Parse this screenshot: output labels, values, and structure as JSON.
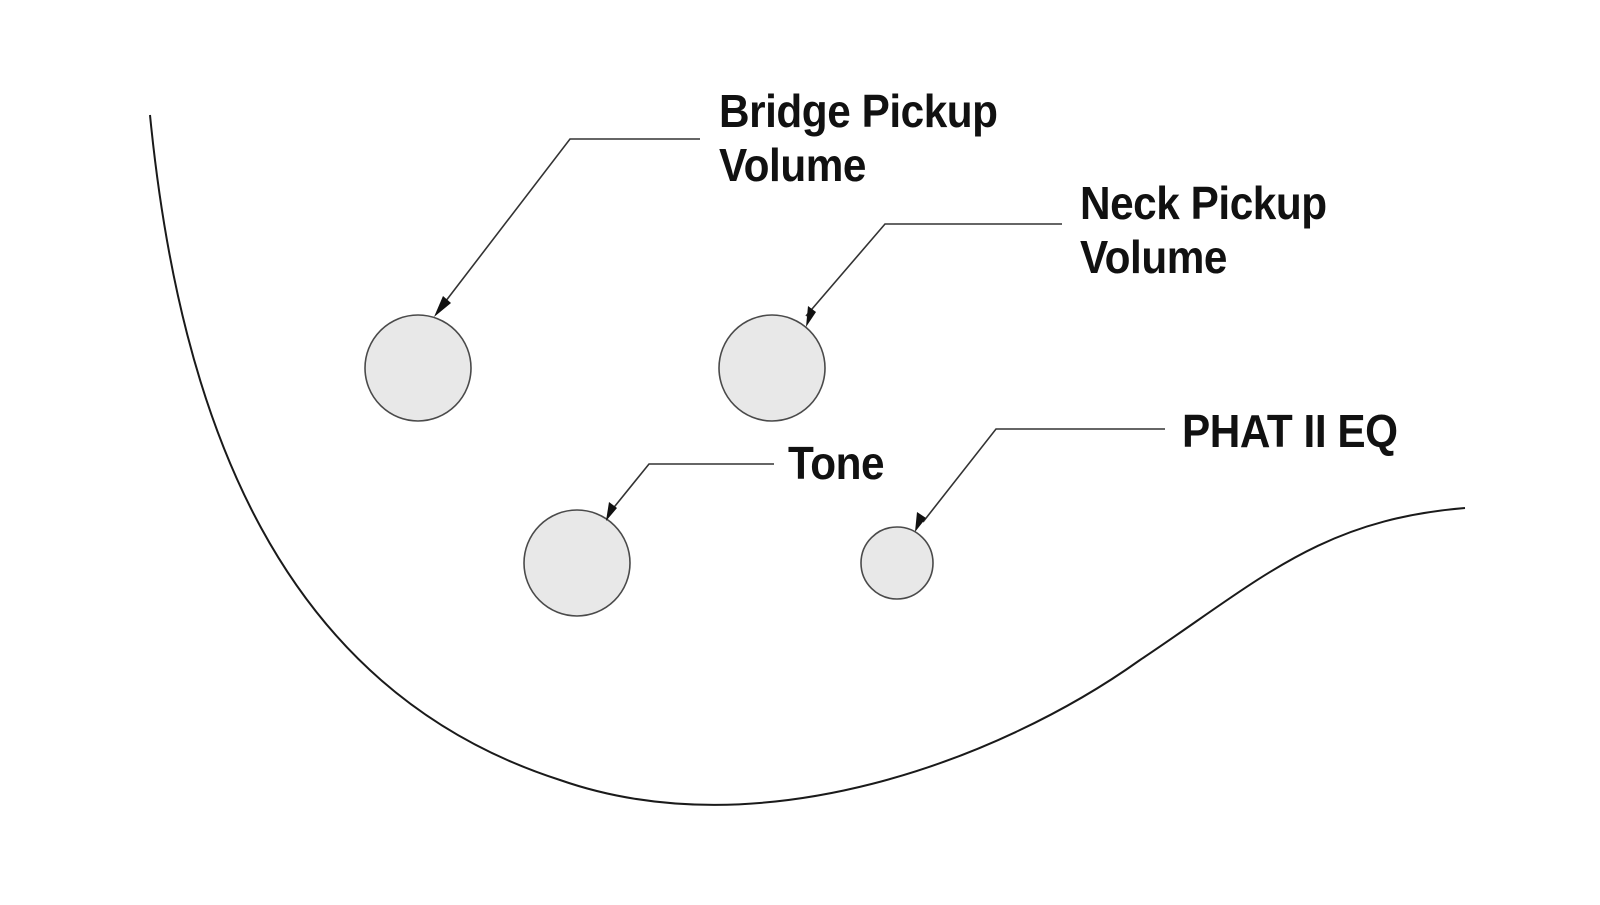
{
  "controls": {
    "bridge_volume": {
      "line1": "Bridge Pickup",
      "line2": "Volume"
    },
    "neck_volume": {
      "line1": "Neck Pickup",
      "line2": "Volume"
    },
    "tone": {
      "label": "Tone"
    },
    "phat_eq": {
      "label": "PHAT II EQ"
    }
  },
  "colors": {
    "knob_fill": "#e8e8e8",
    "outline": "#1a1a1a",
    "text": "#111111"
  }
}
